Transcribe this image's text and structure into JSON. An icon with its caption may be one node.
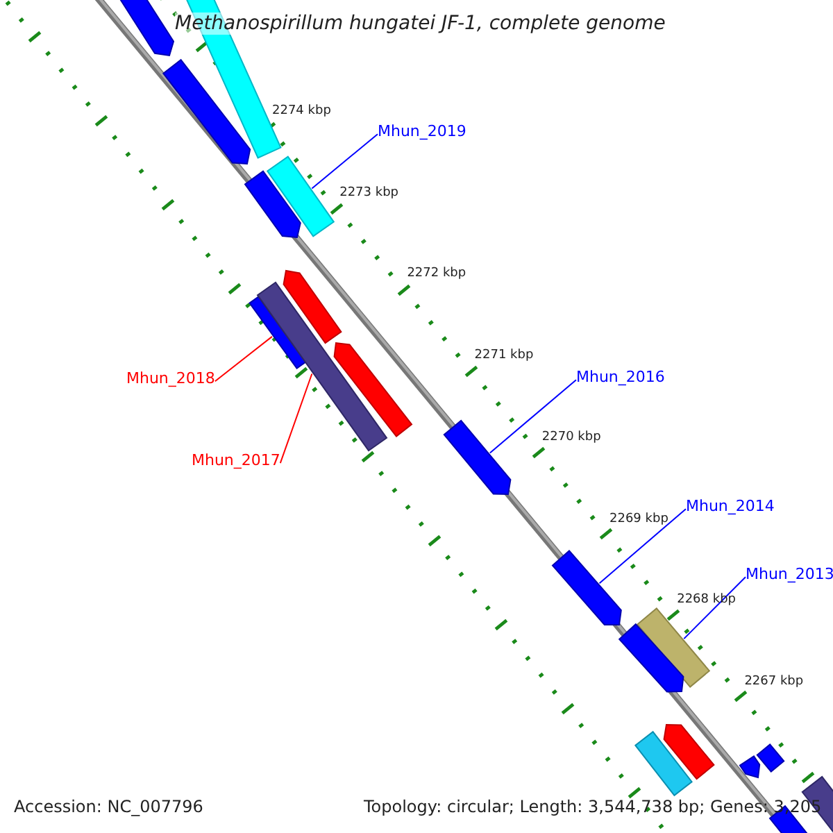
{
  "diagram": {
    "title": "Methanospirillum hungatei JF-1, complete genome",
    "nodes": [
      {
        "text": [
          "Mhun_2019"
        ]
      },
      {
        "text": [
          "Mhun_2018"
        ]
      },
      {
        "text": [
          "Mhun_2017"
        ]
      },
      {
        "text": [
          "Mhun_2016"
        ]
      },
      {
        "text": [
          "Mhun_2014"
        ]
      },
      {
        "text": [
          "Mhun_2013"
        ]
      },
      {
        "text": [],
        "shape": "bar"
      },
      {
        "text": [],
        "shape": "bar"
      },
      {
        "text": [],
        "shape": "bar"
      },
      {
        "text": [],
        "shape": "arrow"
      },
      {
        "text": [],
        "shape": "arrow"
      },
      {
        "text": [],
        "shape": "bar"
      },
      {
        "text": [],
        "shape": "arrow"
      },
      {
        "text": [],
        "shape": "arrow"
      },
      {
        "text": [],
        "shape": "arrow"
      },
      {
        "text": [],
        "shape": "bar"
      },
      {
        "text": [],
        "shape": "arrow"
      },
      {
        "text": [],
        "shape": "arrow"
      },
      {
        "text": [],
        "shape": "arrow"
      },
      {
        "text": [],
        "shape": "bar"
      },
      {
        "text": [],
        "shape": "arrow"
      },
      {
        "text": [],
        "shape": "arrow"
      },
      {
        "text": [],
        "shape": "bar"
      },
      {
        "text": [],
        "shape": "bar"
      },
      {
        "text": [],
        "shape": "bar"
      }
    ],
    "edges": [
      {
        "from": 0,
        "to": 6,
        "arrow": "none"
      },
      {
        "from": 1,
        "to": 7,
        "arrow": "none",
        "color": "#ff0000"
      },
      {
        "from": 2,
        "to": 8,
        "arrow": "none",
        "color": "#ff0000"
      },
      {
        "from": 3,
        "to": 9,
        "arrow": "none"
      },
      {
        "from": 4,
        "to": 10,
        "arrow": "none"
      },
      {
        "from": 5,
        "to": 11,
        "arrow": "none"
      }
    ],
    "labels": [
      "2274 kbp",
      "2273 kbp",
      "2272 kbp",
      "2271 kbp",
      "2270 kbp",
      "2269 kbp",
      "2268 kbp",
      "2267 kbp",
      "Accession: NC_007796",
      "Topology: circular; Length: 3,544,738 bp; Genes: 3,205"
    ]
  }
}
